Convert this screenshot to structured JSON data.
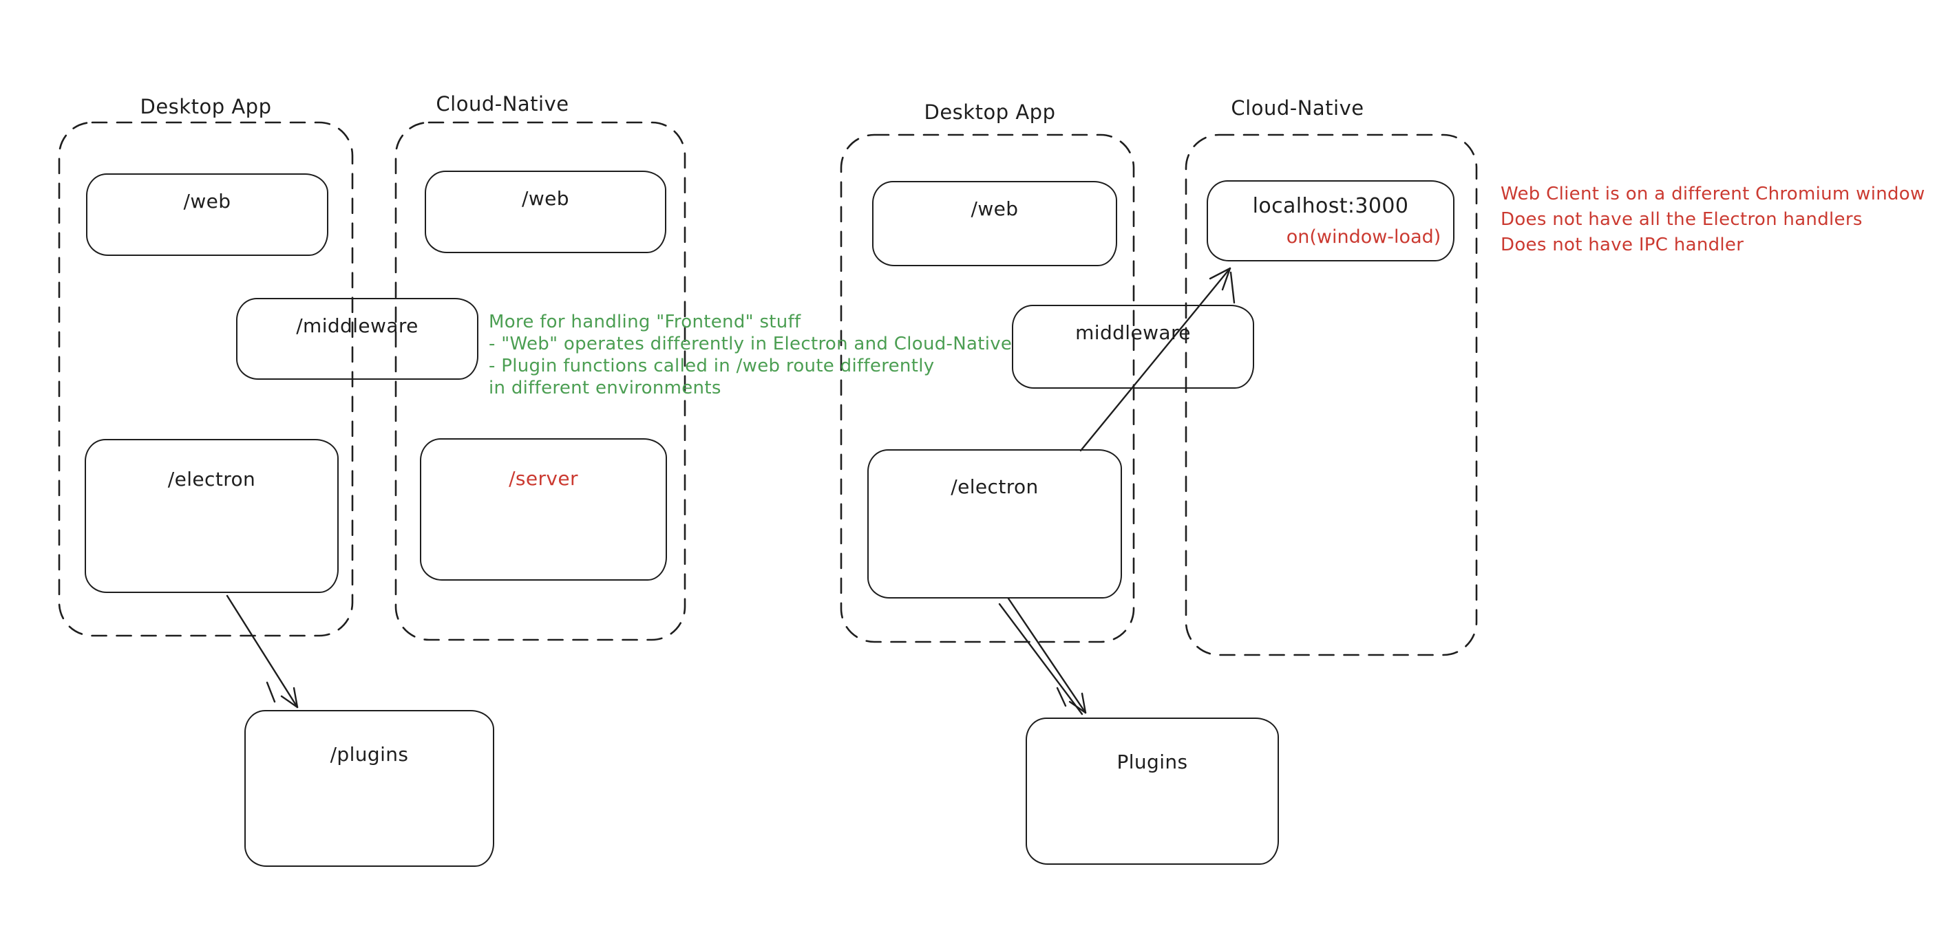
{
  "colors": {
    "stroke": "#1e1e1e",
    "green": "#4b9e52",
    "red": "#cb3a31",
    "background": "#ffffff"
  },
  "left_diagram": {
    "desktop_label": "Desktop App",
    "cloud_label": "Cloud-Native",
    "nodes": {
      "web_desktop": "/web",
      "web_cloud": "/web",
      "middleware": "/middleware",
      "electron": "/electron",
      "server": "/server",
      "plugins": "/plugins"
    },
    "green_note": {
      "lines": [
        "More for handling \"Frontend\" stuff",
        "- \"Web\" operates differently in Electron and Cloud-Native",
        "- Plugin functions called in /web route differently",
        "in different environments"
      ]
    }
  },
  "right_diagram": {
    "desktop_label": "Desktop App",
    "cloud_label": "Cloud-Native",
    "nodes": {
      "web": "/web",
      "localhost": "localhost:3000",
      "localhost_event": "on(window-load)",
      "middleware": "middleware",
      "electron": "/electron",
      "plugins": "Plugins"
    },
    "red_note": {
      "lines": [
        "Web Client is on a different Chromium window",
        "Does not have all the Electron handlers",
        "Does not have IPC handler"
      ]
    }
  }
}
